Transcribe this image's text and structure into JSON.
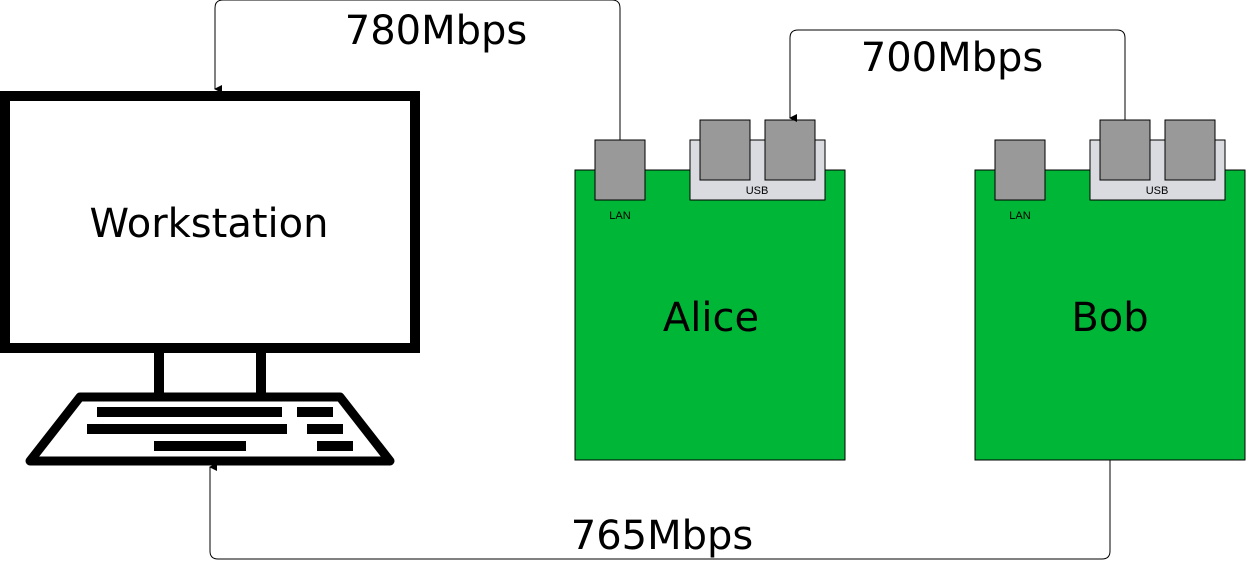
{
  "colors": {
    "board": "#00b636",
    "port": "#999999",
    "usb_housing": "#d9dbe0",
    "workstation": "#000000"
  },
  "workstation": {
    "label": "Workstation",
    "icon": "computer-monitor-keyboard-icon"
  },
  "boards": {
    "alice": {
      "name": "Alice",
      "lan_label": "LAN",
      "usb_label": "USB"
    },
    "bob": {
      "name": "Bob",
      "lan_label": "LAN",
      "usb_label": "USB"
    }
  },
  "links": {
    "alice_to_workstation": {
      "label": "780Mbps",
      "from": "Alice LAN",
      "to": "Workstation"
    },
    "bob_to_alice": {
      "label": "700Mbps",
      "from": "Bob USB",
      "to": "Alice USB"
    },
    "bob_to_workstation": {
      "label": "765Mbps",
      "from": "Bob",
      "to": "Workstation"
    }
  }
}
